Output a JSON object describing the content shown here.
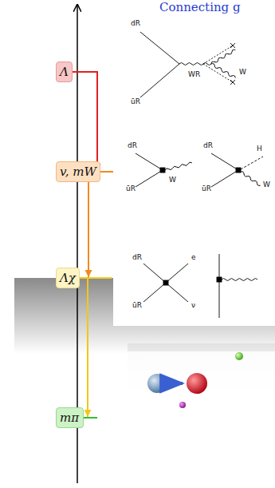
{
  "diagram": {
    "nodes": [
      {
        "text": [
          "Λ"
        ]
      },
      {
        "text": [
          "v, mW"
        ]
      },
      {
        "text": [
          "Λχ"
        ]
      },
      {
        "text": [
          "mπ"
        ]
      }
    ],
    "edges": [
      {
        "from": 0,
        "to": 1,
        "arrow": "to"
      },
      {
        "from": 1,
        "to": 2,
        "arrow": "to"
      },
      {
        "from": 2,
        "to": 3,
        "arrow": "to"
      }
    ],
    "labels": [
      "Connecting g",
      "dR",
      "ūR",
      "WR",
      "W",
      "dR",
      "ūR",
      "W",
      "dR",
      "ūR",
      "H",
      "W",
      "dR",
      "ūR",
      "e",
      "ν"
    ]
  }
}
